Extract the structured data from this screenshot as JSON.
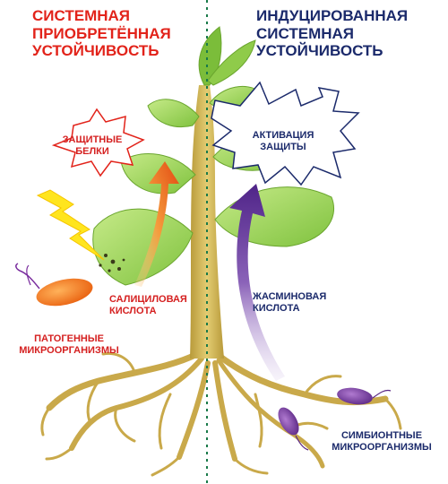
{
  "left_title": [
    "СИСТЕМНАЯ",
    "ПРИОБРЕТЁННАЯ",
    "УСТОЙЧИВОСТЬ"
  ],
  "right_title": [
    "ИНДУЦИРОВАННАЯ",
    "СИСТЕМНАЯ",
    "УСТОЙЧИВОСТЬ"
  ],
  "labels": {
    "protective_proteins": [
      "ЗАЩИТНЫЕ",
      "БЕЛКИ"
    ],
    "defense_activation": [
      "АКТИВАЦИЯ",
      "ЗАЩИТЫ"
    ],
    "salicylic_acid": [
      "САЛИЦИЛОВАЯ",
      "КИСЛОТА"
    ],
    "jasmonic_acid": [
      "ЖАСМИНОВАЯ",
      "КИСЛОТА"
    ],
    "pathogens": [
      "ПАТОГЕННЫЕ",
      "МИКРООРГАНИЗМЫ"
    ],
    "symbionts": [
      "СИМБИОНТНЫЕ",
      "МИКРООРГАНИЗМЫ"
    ]
  },
  "colors": {
    "left_accent": "#e2231a",
    "right_accent": "#1b2a6b",
    "leaf": "#9cd35a",
    "stem": "#c9a94a",
    "salicylic_arrow": "#f06a1a",
    "jasmonic_arrow": "#5a2d91",
    "pathogen": "#f07a18",
    "symbiont": "#7a3d9e",
    "lightning": "#ffe51e"
  }
}
